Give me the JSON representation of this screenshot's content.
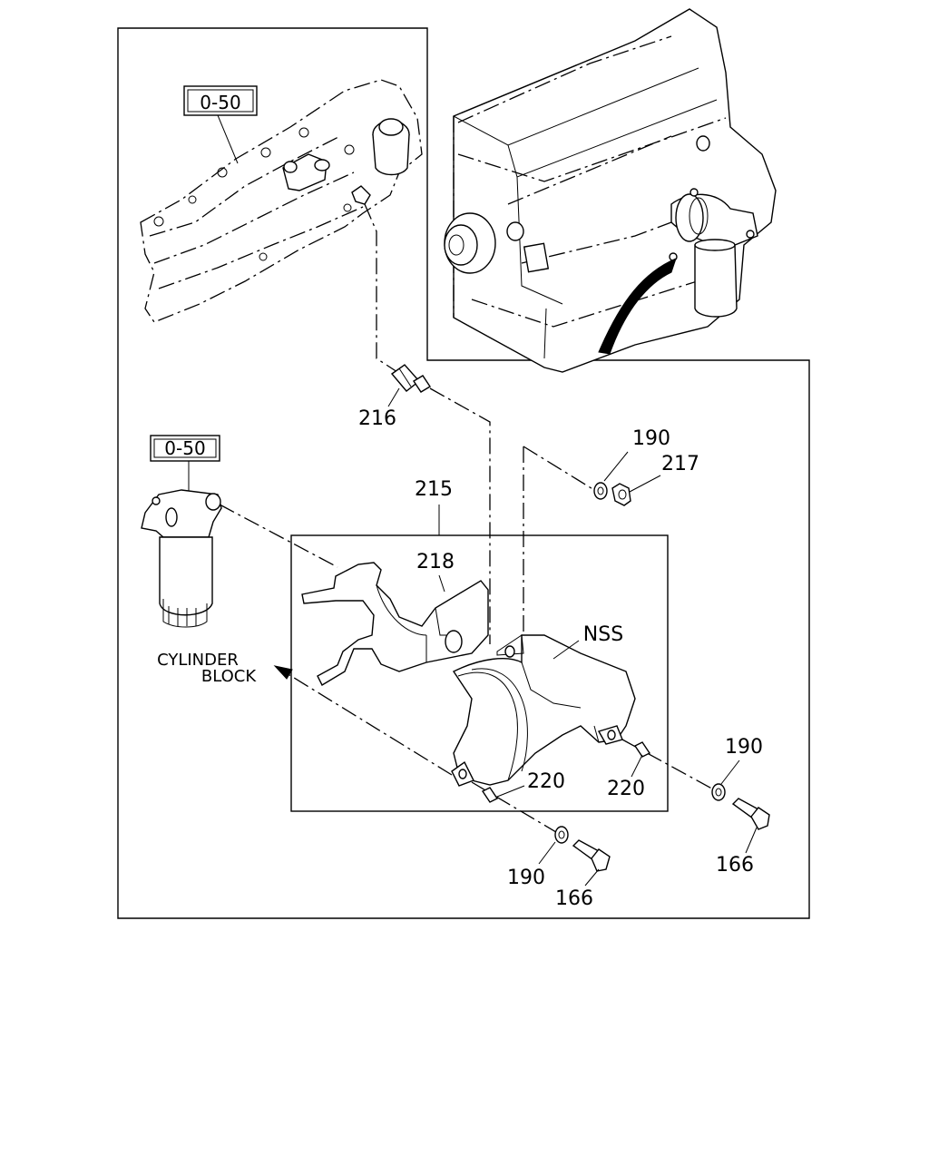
{
  "labels": {
    "ref_top": "0-50",
    "ref_filter": "0-50",
    "p216": "216",
    "p190_top": "190",
    "p217": "217",
    "p215": "215",
    "p218": "218",
    "nss": "NSS",
    "cyl_line1": "CYLINDER",
    "cyl_line2": "BLOCK",
    "p220_left": "220",
    "p220_right": "220",
    "p190_right": "190",
    "p190_bottom": "190",
    "p166_right": "166",
    "p166_bottom": "166"
  }
}
